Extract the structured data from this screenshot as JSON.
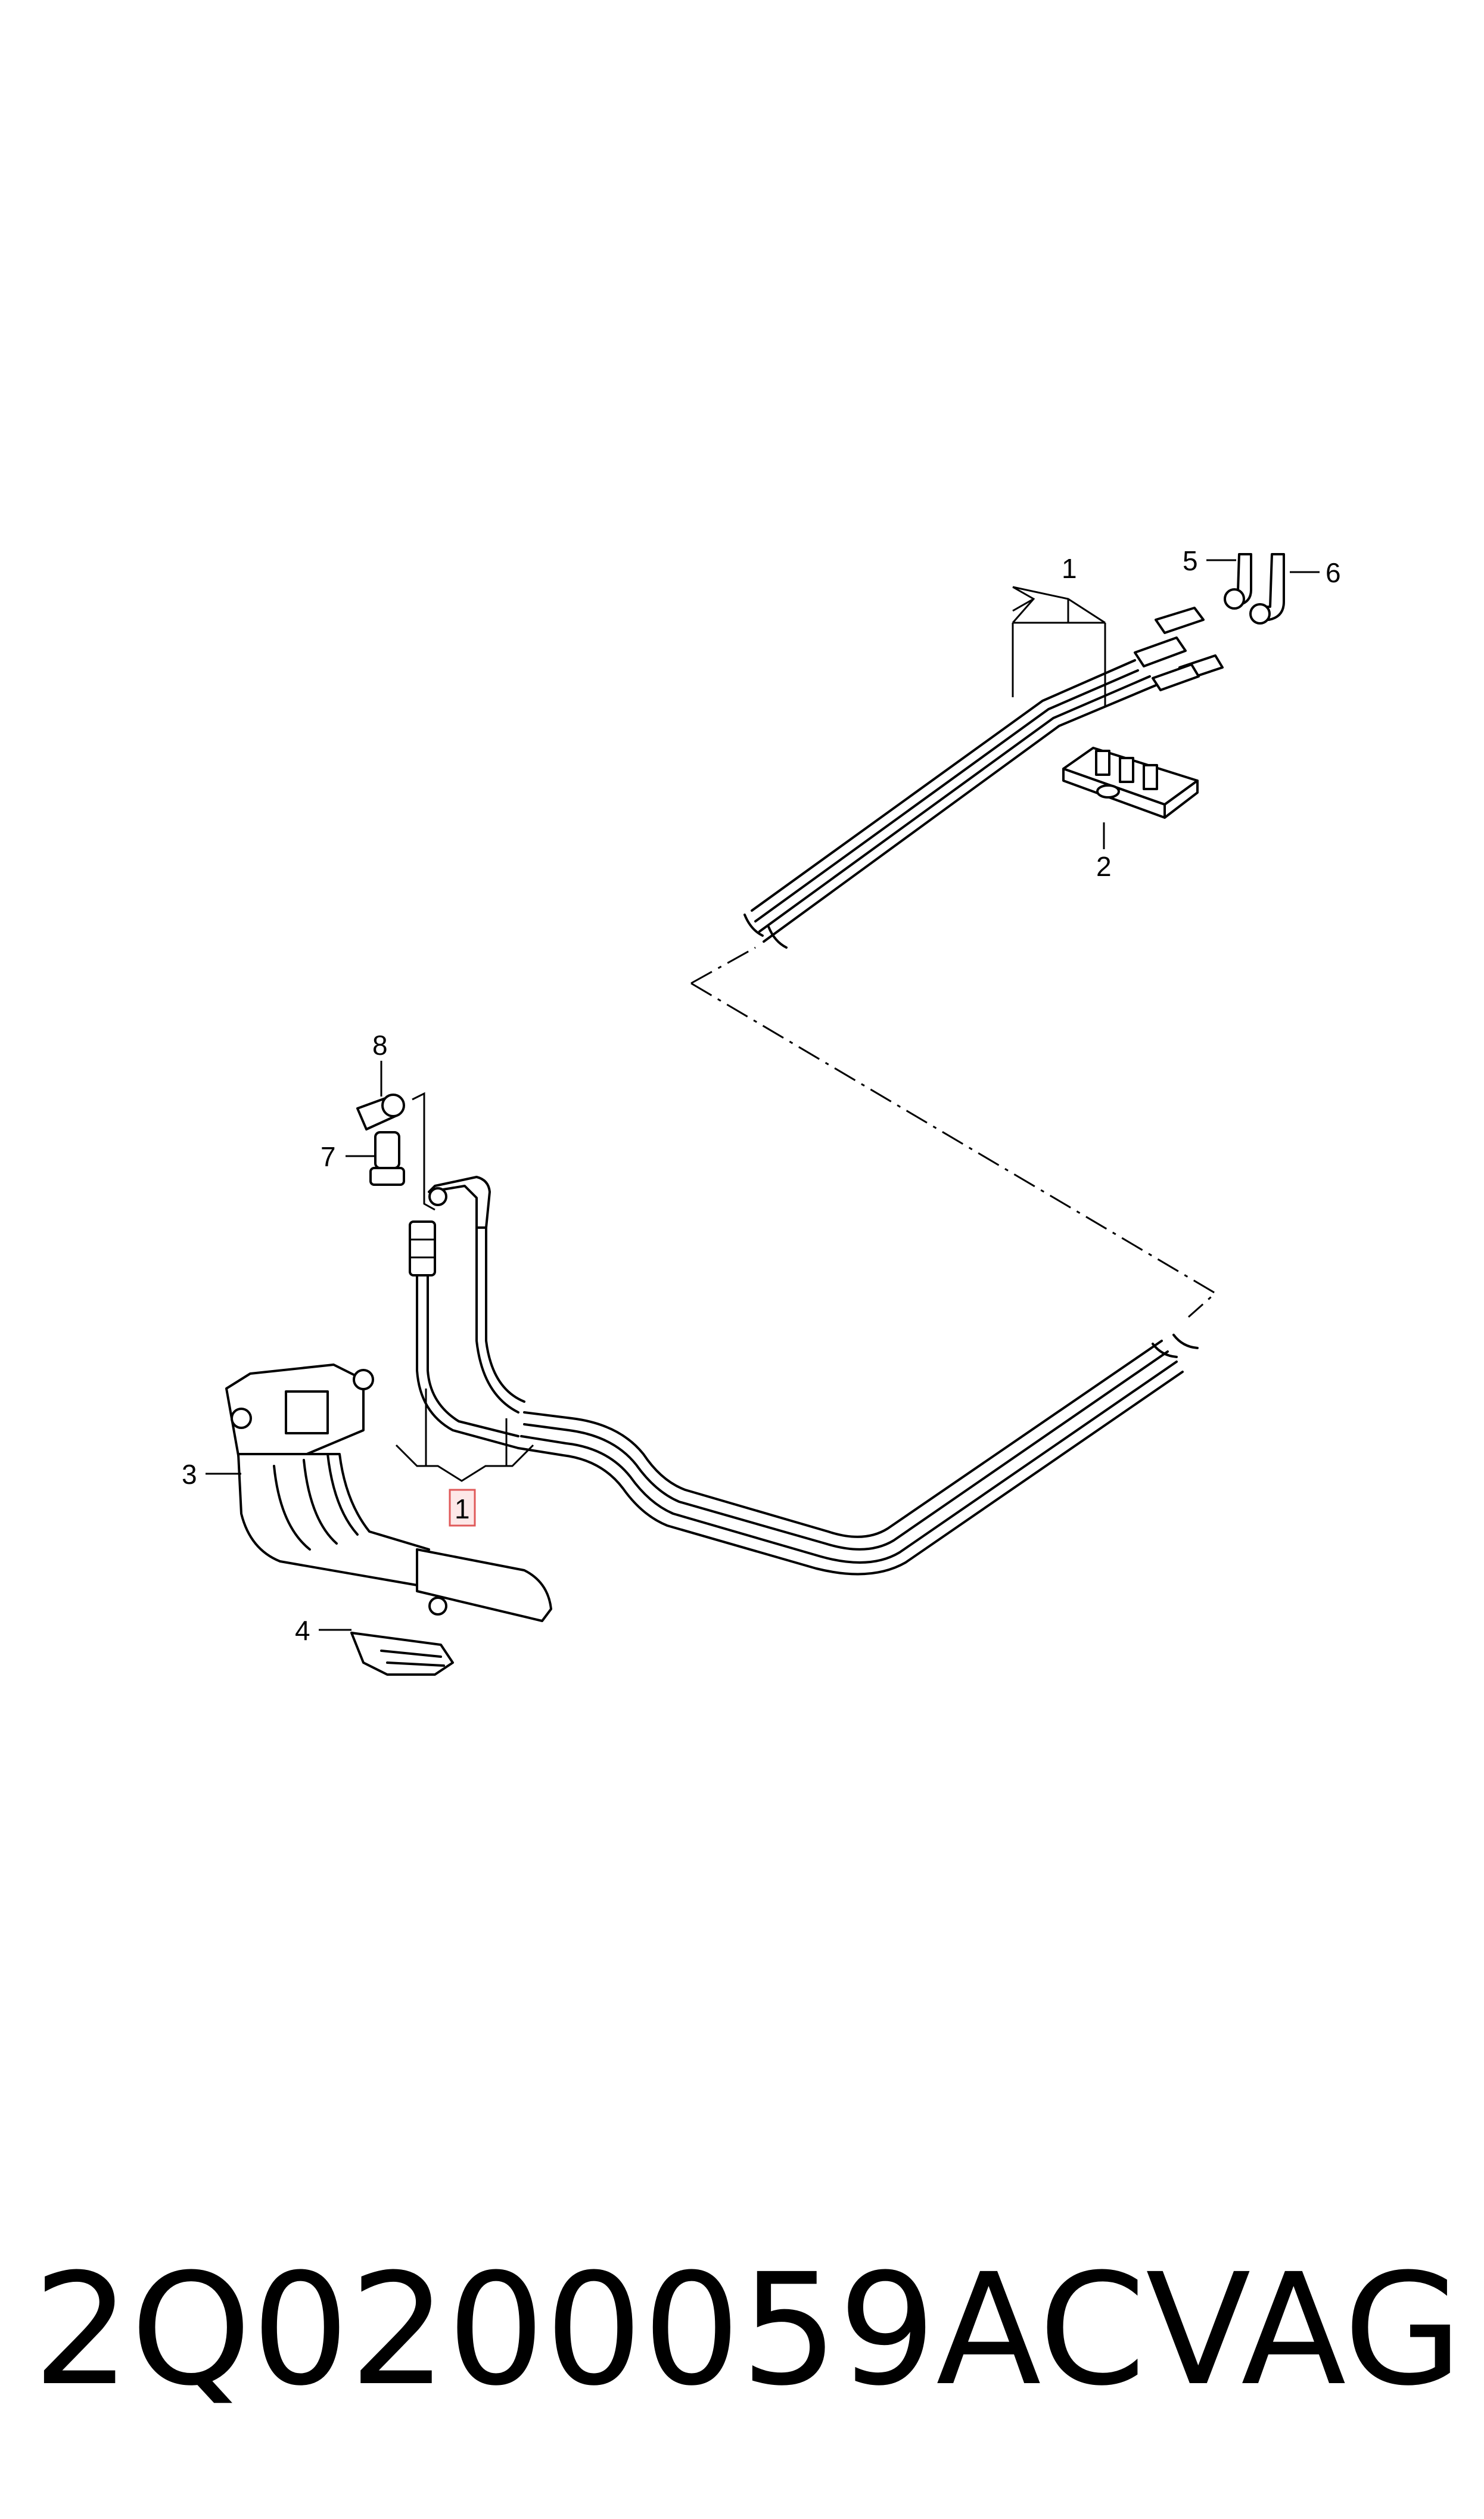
{
  "callouts": {
    "c1_top": "1",
    "c1_bottom": "1",
    "c2": "2",
    "c3": "3",
    "c4": "4",
    "c5": "5",
    "c6": "6",
    "c7": "7",
    "c8": "8"
  },
  "footer": {
    "part_number": "2Q0200059AC",
    "brand": "VAG"
  },
  "colors": {
    "line": "#000000",
    "highlight_stroke": "#e05a5a",
    "highlight_fill": "#fde8e8"
  }
}
